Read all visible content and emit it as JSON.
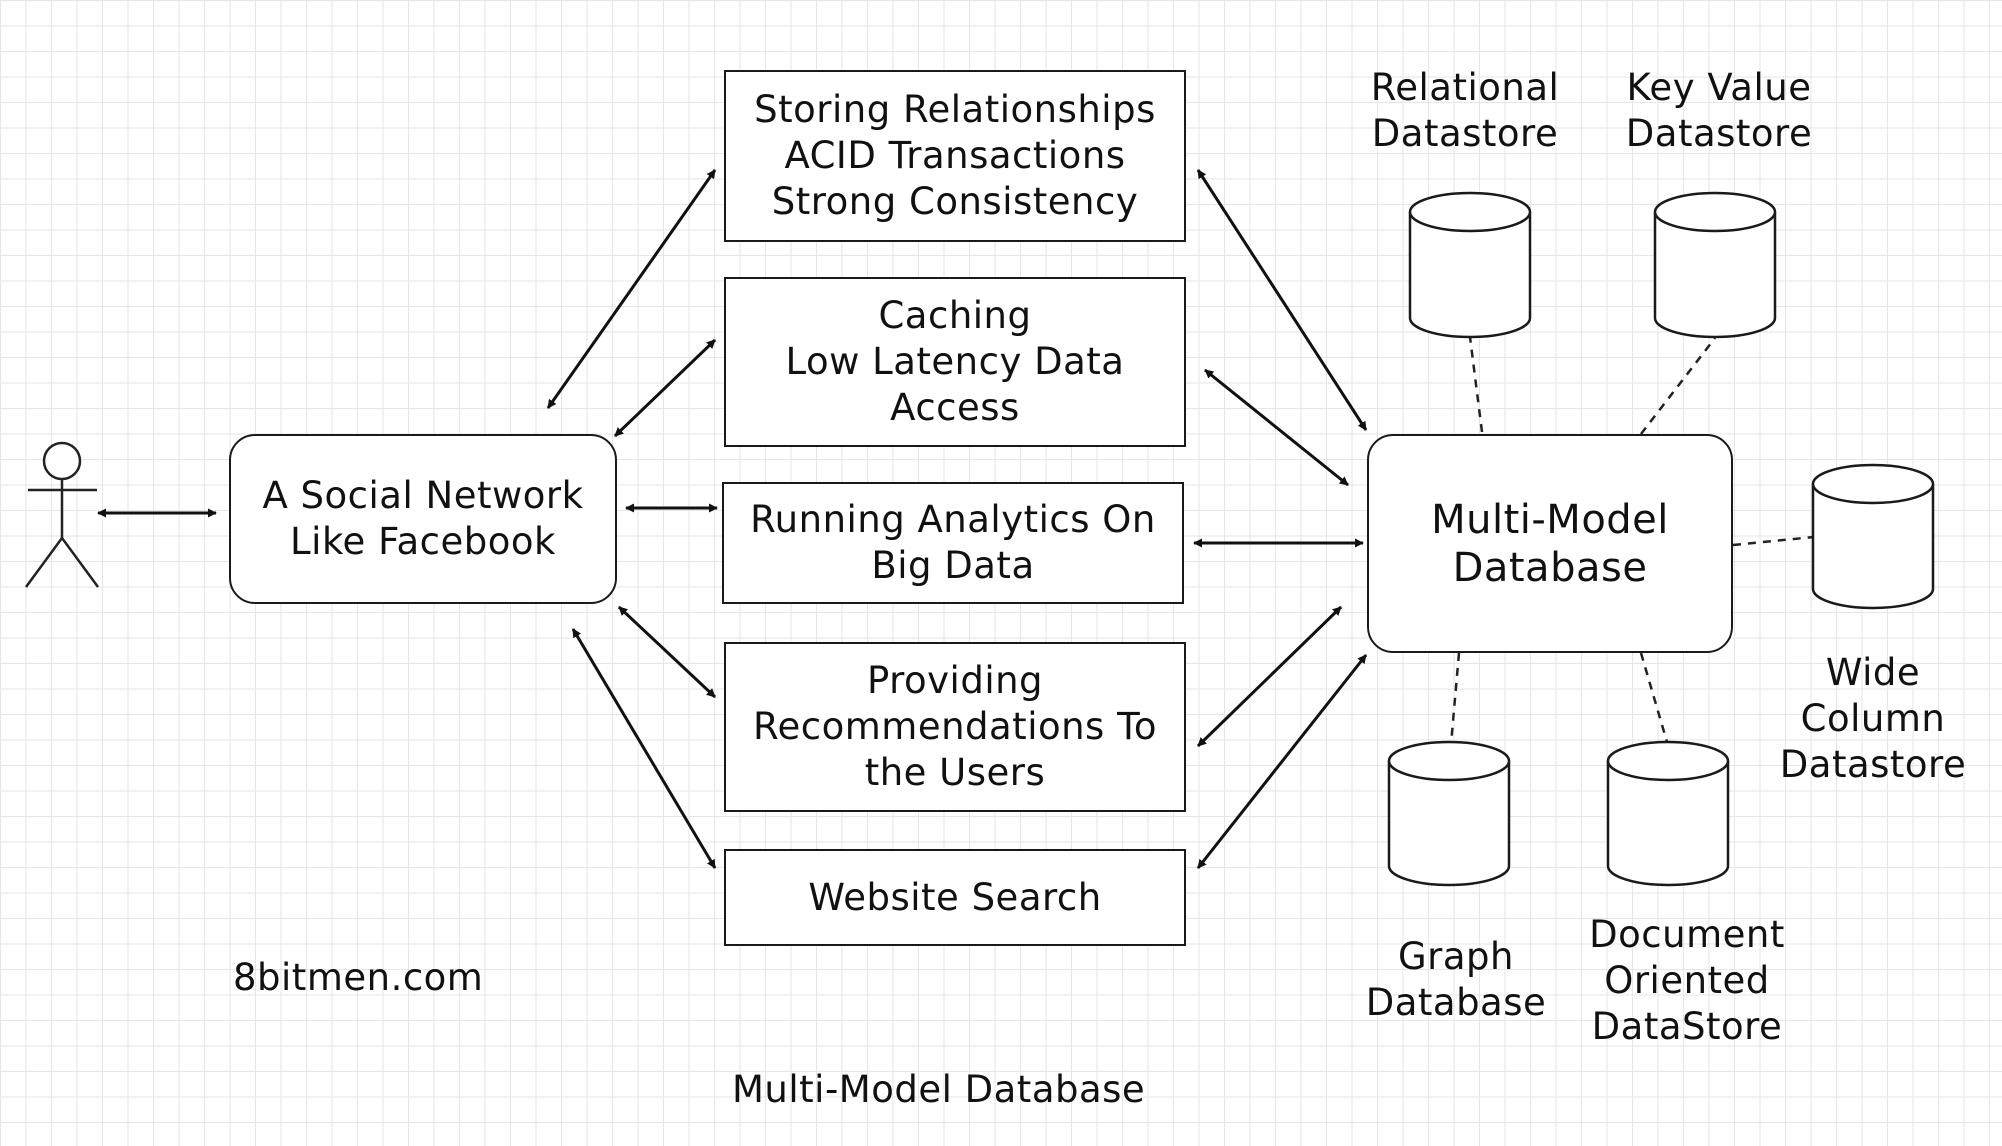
{
  "diagram": {
    "caption": "Multi-Model Database",
    "watermark": "8bitmen.com",
    "social_network": "A Social Network\nLike Facebook",
    "use_cases": [
      "Storing Relationships\nACID Transactions\nStrong Consistency",
      "Caching\nLow Latency Data\nAccess",
      "Running Analytics On\nBig Data",
      "Providing\nRecommendations To\nthe Users",
      "Website Search"
    ],
    "multi_model_db": "Multi-Model\nDatabase",
    "datastores": {
      "relational": "Relational\nDatastore",
      "key_value": "Key Value\nDatastore",
      "wide_column": "Wide Column\nDatastore",
      "graph": "Graph\nDatabase",
      "document": "Document\nOriented\nDataStore"
    }
  }
}
